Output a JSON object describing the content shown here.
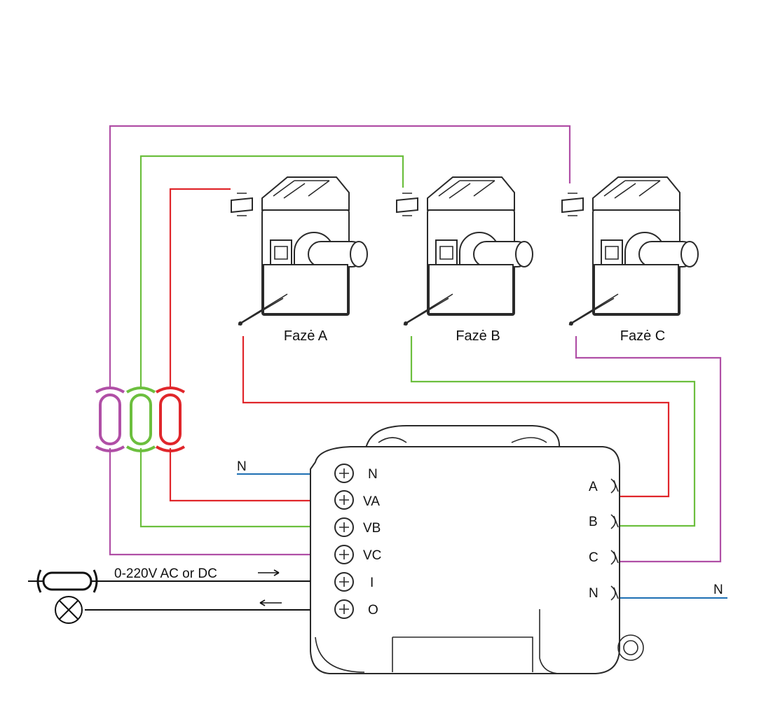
{
  "colors": {
    "phase_a": "#e0262b",
    "phase_b": "#6cbf3e",
    "phase_c": "#b04fa6",
    "neutral": "#1d6fb3",
    "line": "#111111"
  },
  "sensors": [
    {
      "label": "Fazė A",
      "color_key": "phase_a"
    },
    {
      "label": "Fazė B",
      "color_key": "phase_b"
    },
    {
      "label": "Fazė C",
      "color_key": "phase_c"
    }
  ],
  "left_terminals": [
    "N",
    "VA",
    "VB",
    "VC",
    "I",
    "O"
  ],
  "right_terminals": [
    "A",
    "B",
    "C",
    "N"
  ],
  "external_labels": {
    "neutral_left": "N",
    "neutral_right": "N",
    "supply": "0-220V AC or DC"
  },
  "icons": {
    "fuse": "fuse-icon",
    "lamp": "lamp-icon",
    "arrow_in": "arrow-right-icon",
    "arrow_out": "arrow-left-icon"
  }
}
